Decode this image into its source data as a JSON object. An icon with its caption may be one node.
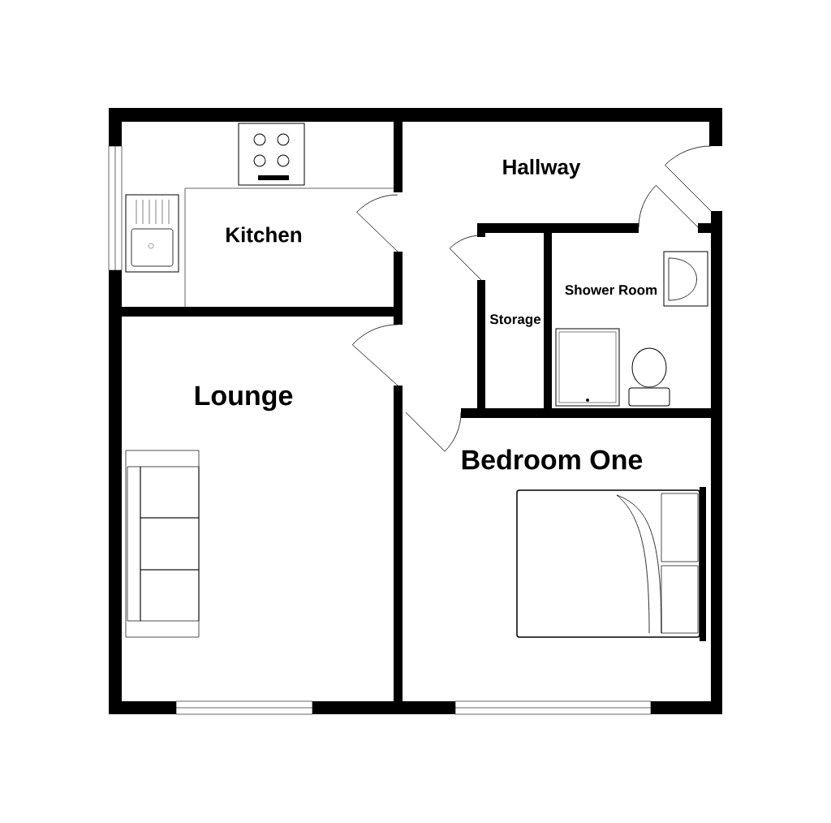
{
  "diagram": {
    "labels": [
      "Hallway",
      "Kitchen",
      "Shower Room",
      "Storage",
      "Lounge",
      "Bedroom One"
    ]
  }
}
